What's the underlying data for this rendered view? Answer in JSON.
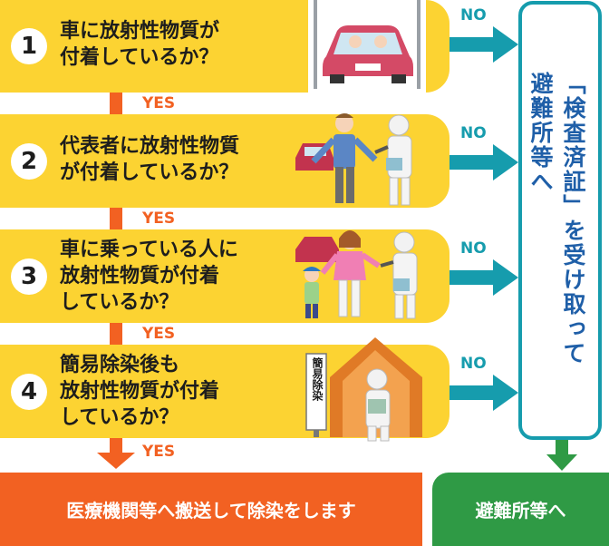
{
  "steps": [
    {
      "number": "1",
      "question": "車に放射性物質が\n付着しているか？",
      "no": "NO",
      "yes": "YES"
    },
    {
      "number": "2",
      "question": "代表者に放射性物質\nが付着しているか？",
      "no": "NO",
      "yes": "YES"
    },
    {
      "number": "3",
      "question": "車に乗っている人に\n放射性物質が付着\nしているか？",
      "no": "NO",
      "yes": "YES"
    },
    {
      "number": "4",
      "question": "簡易除染後も\n放射性物質が付着\nしているか？",
      "no": "NO",
      "yes": "YES"
    }
  ],
  "sidebar": {
    "col1": "「検査済証」を受け取って",
    "col2": "避難所等へ"
  },
  "tent_sign": "簡易除染",
  "outcomes": {
    "decontaminate": "医療機関等へ搬送して除染をします",
    "shelter": "避難所等へ"
  },
  "colors": {
    "step_yellow": "#fcd332",
    "arrow_orange": "#f26122",
    "arrow_teal": "#169cad",
    "outcome_green": "#2f9a45",
    "sidebar_blue": "#1f5fa8"
  }
}
